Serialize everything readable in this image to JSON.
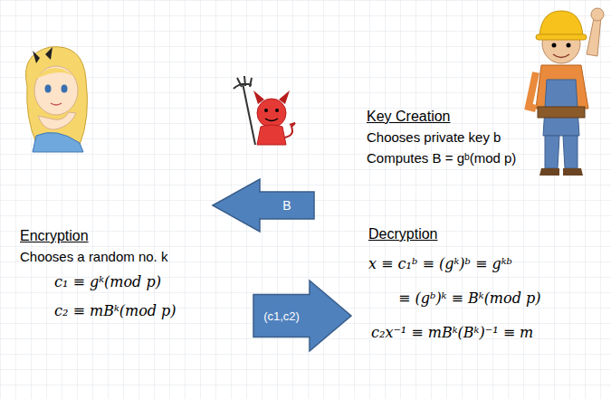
{
  "diagram": {
    "nodes": [
      {
        "text": [
          "B"
        ]
      },
      {
        "text": [
          "(c1,c2)"
        ]
      }
    ],
    "labels": [
      "Key Creation",
      "Chooses private key b",
      "Computes B = gᵇ(mod p)",
      "Encryption",
      "Chooses a random no. k",
      "c₁ ≡ gᵏ(mod p)",
      "c₂ ≡ mBᵏ(mod p)",
      "Decryption",
      "x ≡ c₁ᵇ ≡ (gᵏ)ᵇ ≡ gᵏᵇ",
      "≡ (gᵇ)ᵏ ≡ Bᵏ(mod p)",
      "c₂x⁻¹ ≡ mBᵏ(Bᵏ)⁻¹ ≡ m"
    ]
  }
}
